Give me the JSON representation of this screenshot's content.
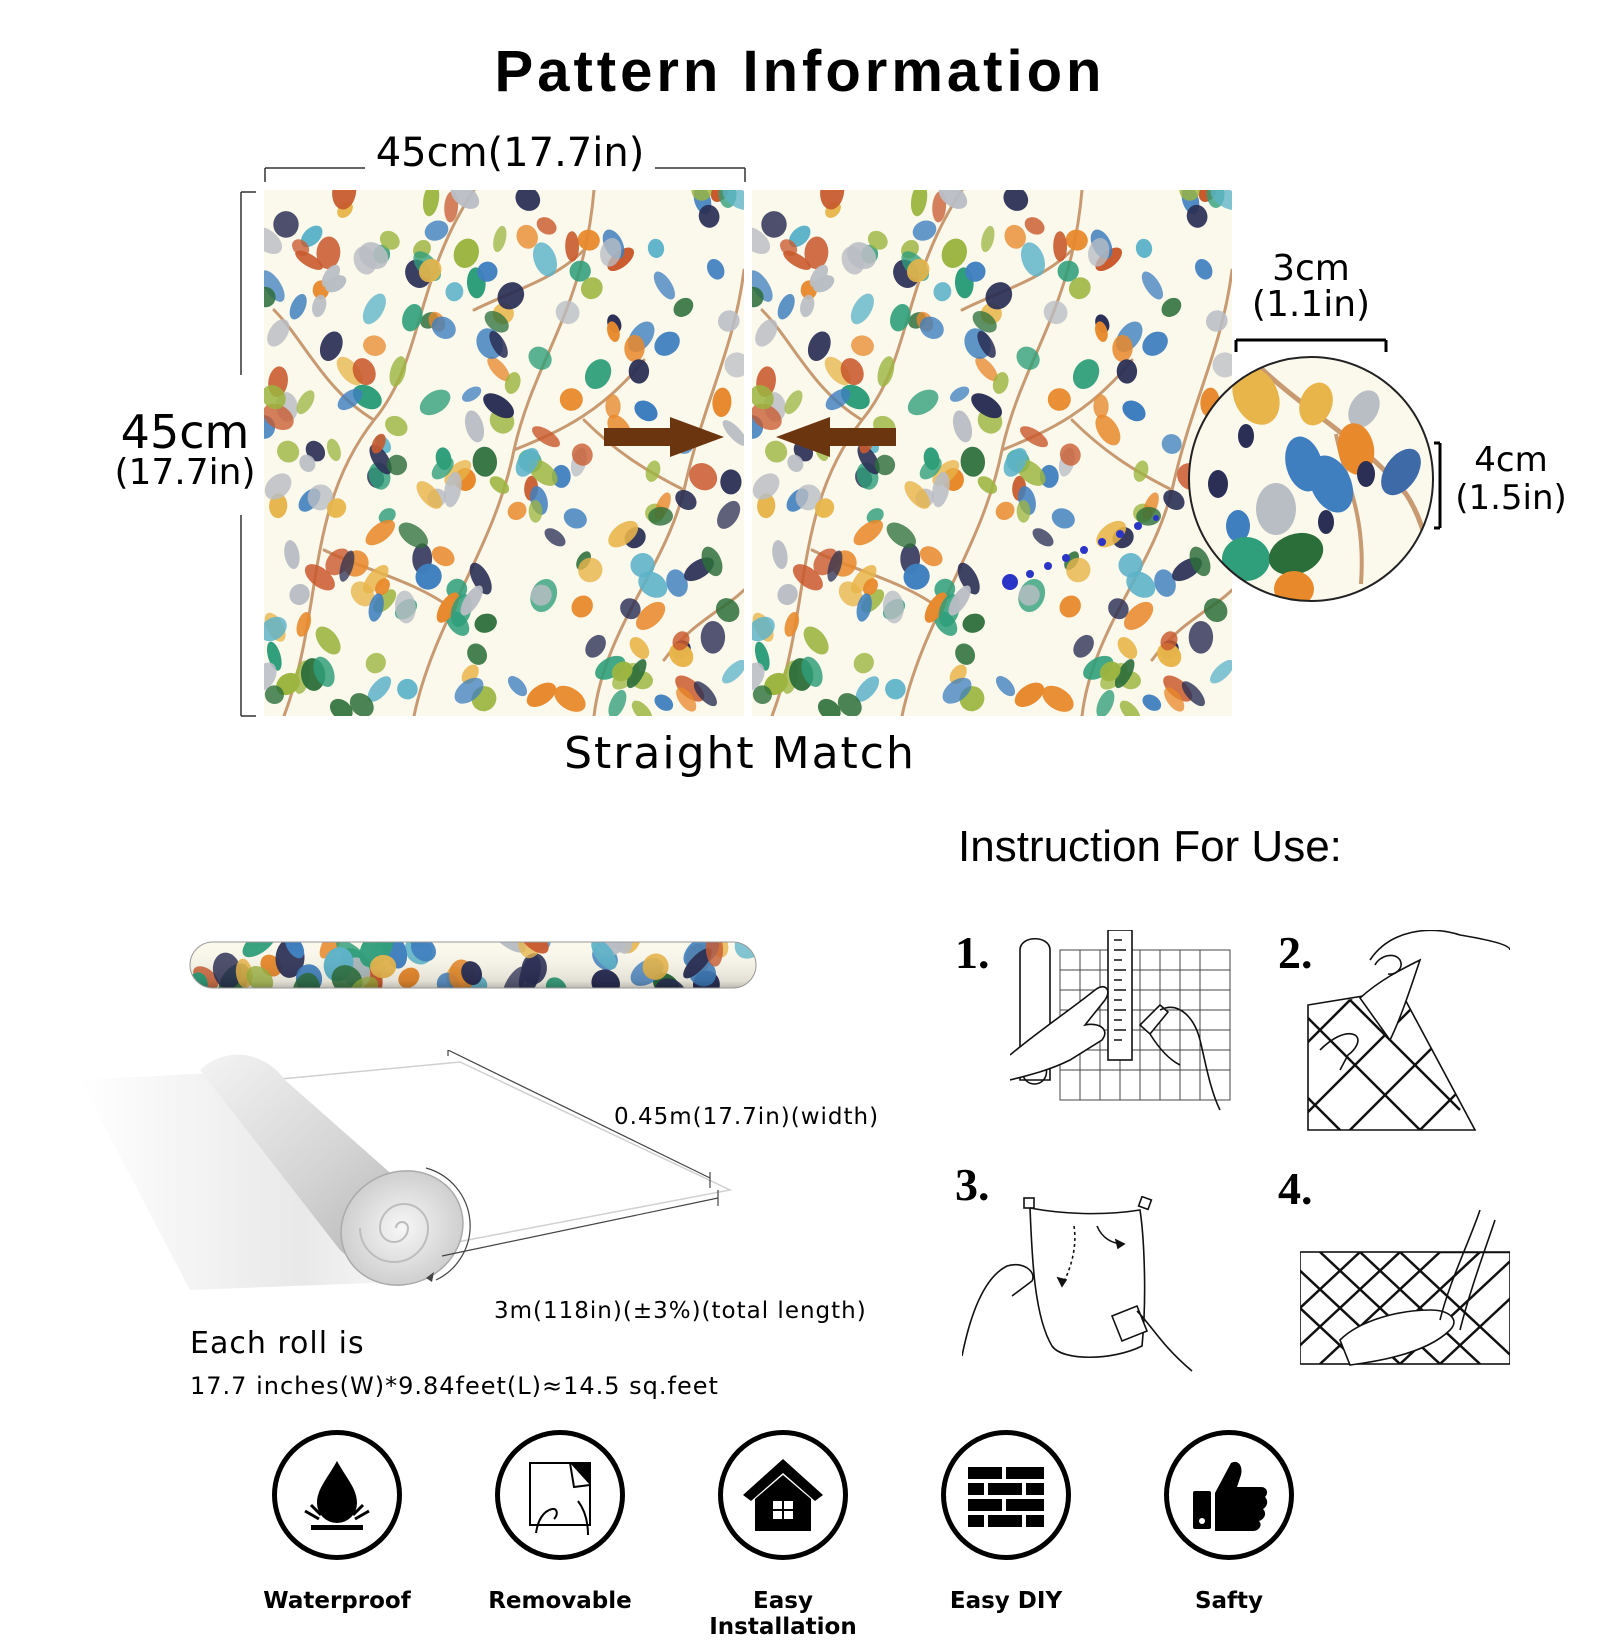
{
  "title": "Pattern Information",
  "pattern": {
    "width_label": "45cm(17.7in)",
    "height_cm": "45cm",
    "height_in": "(17.7in)",
    "zoom_width_cm": "3cm",
    "zoom_width_in": "(1.1in)",
    "zoom_height_cm": "4cm",
    "zoom_height_in": "(1.5in)",
    "match_type": "Straight Match"
  },
  "instructions": {
    "title": "Instruction For Use:",
    "steps": [
      "1.",
      "2.",
      "3.",
      "4."
    ]
  },
  "roll": {
    "width_label": "0.45m(17.7in)(width)",
    "length_label": "3m(118in)(±3%)(total length)",
    "each_roll": "Each roll is",
    "coverage": "17.7 inches(W)*9.84feet(L)≈14.5 sq.feet"
  },
  "features": [
    {
      "label": "Waterproof",
      "icon": "water-drop-icon"
    },
    {
      "label": "Removable",
      "icon": "peel-icon"
    },
    {
      "label": "Easy Installation",
      "icon": "house-icon"
    },
    {
      "label": "Easy DIY",
      "icon": "brick-wall-icon"
    },
    {
      "label": "Safty",
      "icon": "thumbs-up-icon"
    }
  ],
  "colors": {
    "leaf_palette": [
      "#3f7fbf",
      "#e8892c",
      "#2f9e7a",
      "#2c6e3a",
      "#9cb540",
      "#e8b54a",
      "#5db3c9",
      "#2b2f55",
      "#c95a2e",
      "#b9bdc4"
    ],
    "branch": "#c89a72",
    "arrow": "#6b3510",
    "zoom_dots": "#2a35c8"
  }
}
